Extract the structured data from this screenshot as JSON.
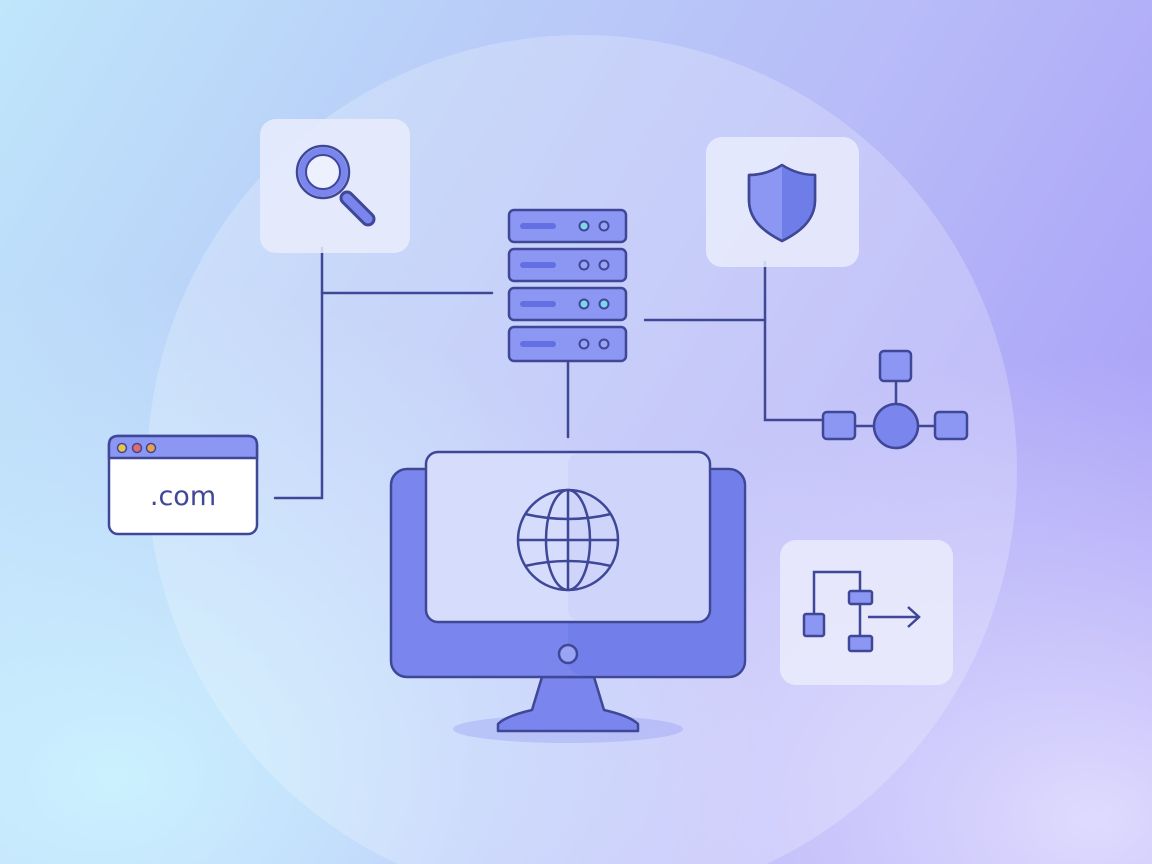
{
  "diagram": {
    "browser_window_text": ".com",
    "icons": [
      {
        "id": "search",
        "name": "magnifier-icon"
      },
      {
        "id": "server",
        "name": "server-rack-icon"
      },
      {
        "id": "shield",
        "name": "shield-icon"
      },
      {
        "id": "network",
        "name": "network-nodes-icon"
      },
      {
        "id": "browser",
        "name": "browser-window-icon"
      },
      {
        "id": "monitor",
        "name": "monitor-icon"
      },
      {
        "id": "globe",
        "name": "globe-icon"
      },
      {
        "id": "flowchart",
        "name": "flowchart-icon"
      }
    ]
  },
  "colors": {
    "stroke": "#3f4797",
    "accent": "#7a86ee",
    "accent_light": "#9aa4f4",
    "tile": "#e7eafd",
    "dot_red": "#e46b6b",
    "dot_yellow": "#e8c44a",
    "dot_green": "#6fc27e",
    "led": "#7fd6e8"
  }
}
